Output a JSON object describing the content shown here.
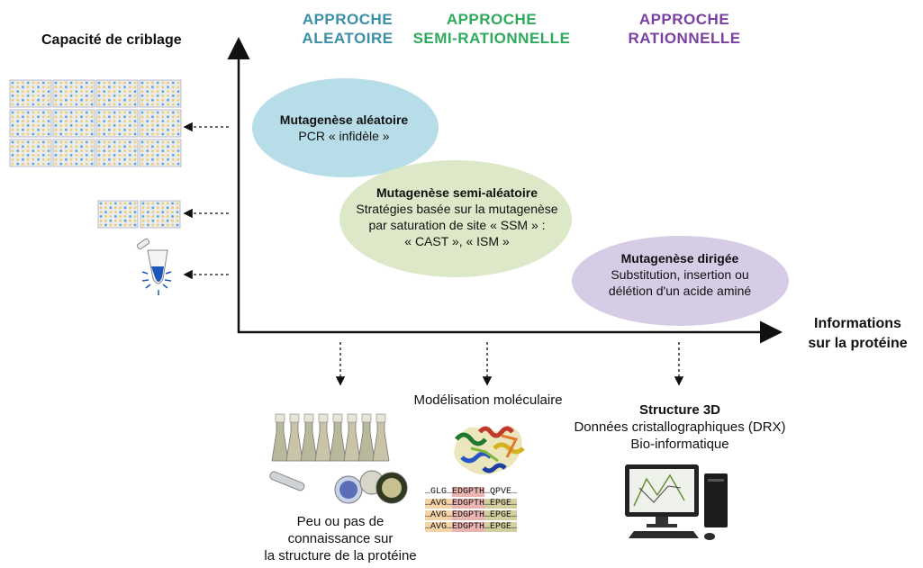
{
  "headers": {
    "random": {
      "line1": "APPROCHE",
      "line2": "ALEATOIRE",
      "color": "#3b8fa6"
    },
    "semi": {
      "line1": "APPROCHE",
      "line2": "SEMI-RATIONNELLE",
      "color": "#2eaa5c"
    },
    "rational": {
      "line1": "APPROCHE",
      "line2": "RATIONNELLE",
      "color": "#7a3fa0"
    }
  },
  "axes": {
    "y_label": "Capacité de criblage",
    "x_label_line1": "Informations",
    "x_label_line2": "sur la protéine"
  },
  "ellipses": {
    "random": {
      "title": "Mutagenèse aléatoire",
      "line1": "PCR « infidèle »",
      "color": "#b7dde8"
    },
    "semi": {
      "title": "Mutagenèse semi-aléatoire",
      "line1": "Stratégies basée sur la mutagenèse",
      "line2": "par saturation de site « SSM » :",
      "line3": "« CAST », « ISM »",
      "color": "#dce8c8"
    },
    "directed": {
      "title": "Mutagenèse dirigée",
      "line1": "Substitution, insertion ou",
      "line2": "délétion d'un acide aminé",
      "color": "#d6cce6"
    }
  },
  "bottom": {
    "left": {
      "line1": "Peu ou pas de",
      "line2": "connaissance sur",
      "line3": "la structure de la protéine"
    },
    "middle": {
      "title": "Modélisation moléculaire"
    },
    "right": {
      "title": "Structure 3D",
      "line1": "Données cristallographiques (DRX)",
      "line2": "Bio-informatique"
    }
  },
  "alignment": {
    "rows": [
      {
        "a": "…GLG…",
        "b": "EDGPTH",
        "c": "…QPVE…"
      },
      {
        "a": "…AVG…",
        "b": "EDGPTH",
        "c": "…EPGE…"
      },
      {
        "a": "…AVG…",
        "b": "EDGPTH",
        "c": "…EPGE…"
      },
      {
        "a": "…AVG…",
        "b": "EDGPTH",
        "c": "…EPGE…"
      }
    ]
  }
}
